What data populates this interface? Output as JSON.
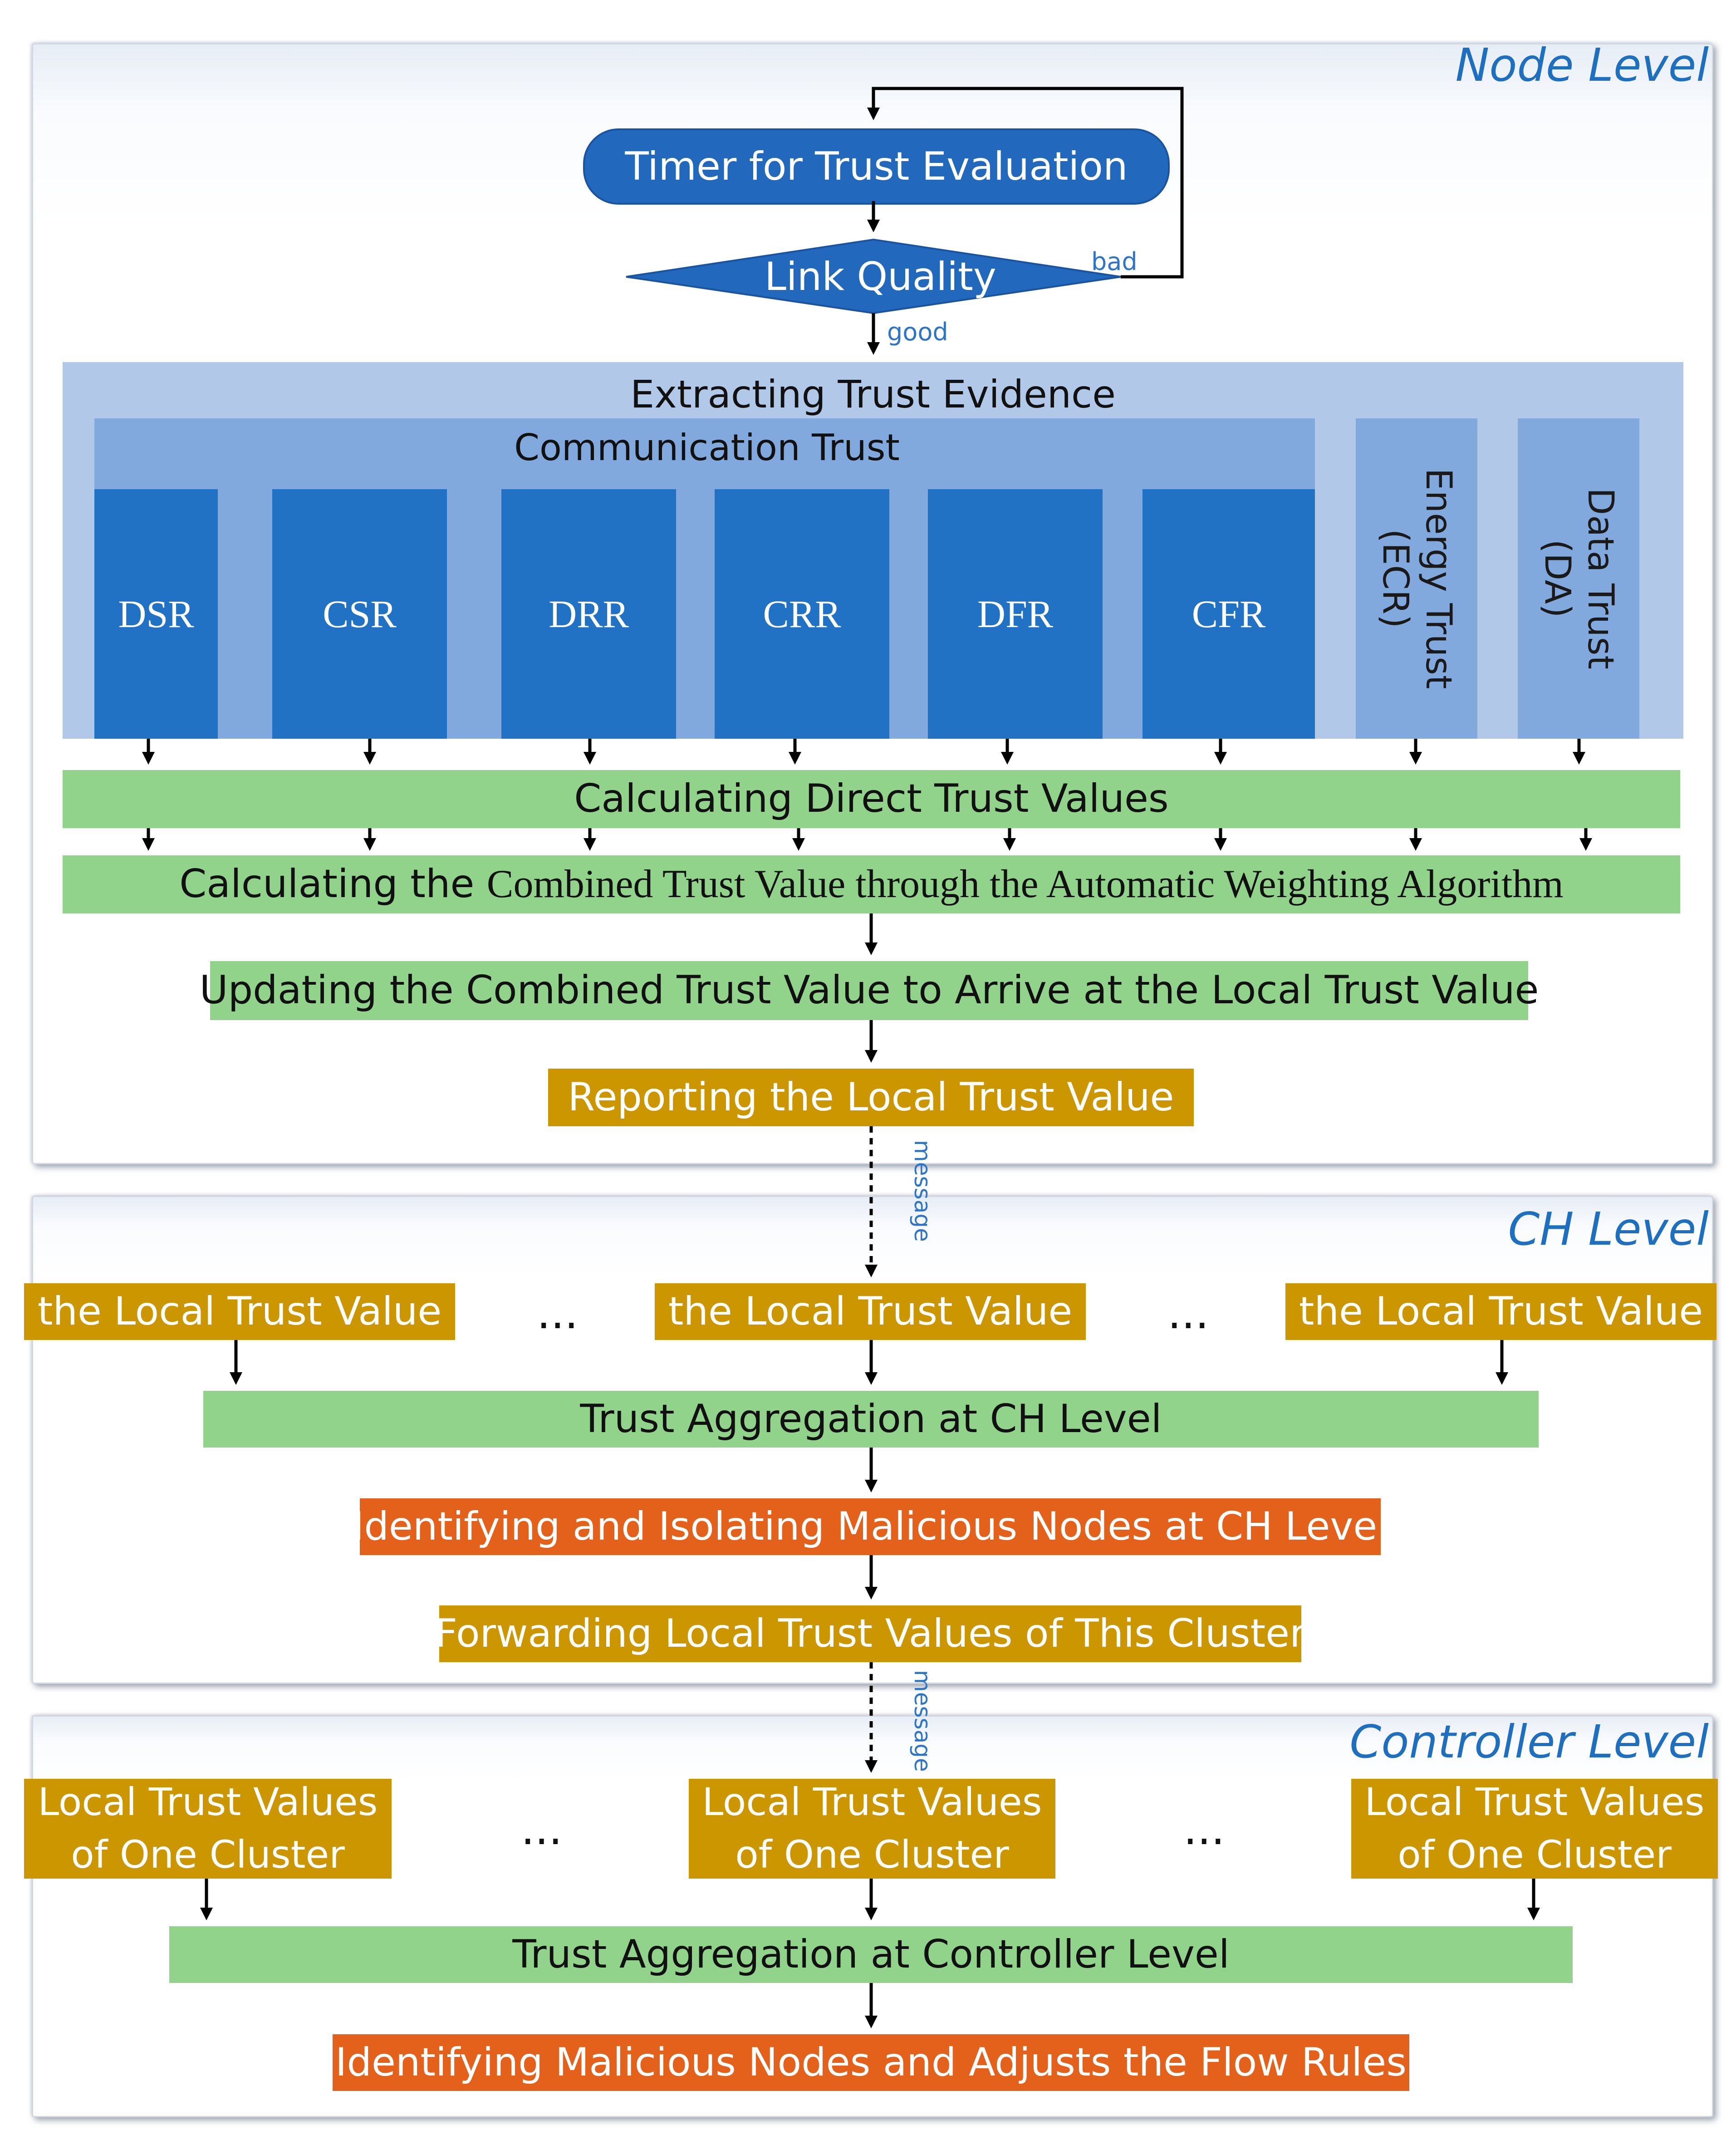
{
  "levels": {
    "node": "Node Level",
    "ch": "CH Level",
    "controller": "Controller Level"
  },
  "node_level": {
    "timer": "Timer for Trust Evaluation",
    "link_quality": "Link Quality",
    "bad": "bad",
    "good": "good",
    "extracting": "Extracting Trust Evidence",
    "communication": "Communication Trust",
    "metrics": [
      "DSR",
      "CSR",
      "DRR",
      "CRR",
      "DFR",
      "CFR"
    ],
    "energy_line1": "Energy Trust",
    "energy_line2": "(ECR)",
    "data_line1": "Data Trust",
    "data_line2": "(DA)",
    "direct": "Calculating Direct Trust Values",
    "combined_prefix": "Calculating the ",
    "combined_rest": "Combined Trust Value through the Automatic Weighting Algorithm",
    "updating": "Updating the Combined Trust Value to Arrive at the Local Trust Value",
    "reporting": "Reporting the Local Trust Value"
  },
  "message": "message",
  "ch_level": {
    "local_values": [
      "the Local Trust Value",
      "the Local Trust Value",
      "the Local Trust Value"
    ],
    "ellipsis": "...",
    "aggregation": "Trust Aggregation at CH Level",
    "identifying": "Identifying and Isolating Malicious Nodes at CH Level",
    "forwarding": "Forwarding Local Trust Values of This Cluster"
  },
  "controller_level": {
    "cluster_line1": "Local Trust Values",
    "cluster_line2": "of One Cluster",
    "ellipsis": "...",
    "aggregation": "Trust Aggregation at Controller Level",
    "identifying": "Identifying Malicious Nodes and Adjusts the Flow Rules"
  },
  "colors": {
    "blue_dark": "#2268bd",
    "blue_mid": "#82a9dd",
    "blue_light": "#b1c8e8",
    "green": "#92d38b",
    "gold": "#cc9600",
    "orange": "#e4611c",
    "label_blue": "#1f6fc0"
  }
}
